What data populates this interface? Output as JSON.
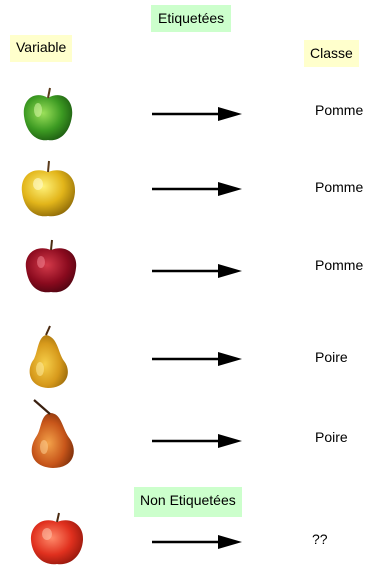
{
  "header": {
    "labeled": "Etiquetées",
    "variable": "Variable",
    "classe": "Classe",
    "unlabeled": "Non Etiquetées"
  },
  "rows": [
    {
      "fruit": "green-apple-icon",
      "class": "Pomme"
    },
    {
      "fruit": "yellow-apple-icon",
      "class": "Pomme"
    },
    {
      "fruit": "red-apple-icon",
      "class": "Pomme"
    },
    {
      "fruit": "yellow-pear-icon",
      "class": "Poire"
    },
    {
      "fruit": "orange-pear-icon",
      "class": "Poire"
    },
    {
      "fruit": "red-apple-icon",
      "class": "??"
    }
  ],
  "colors": {
    "labeled_bg": "#ccffcc",
    "variable_bg": "#ffffcc",
    "arrow": "#000000"
  }
}
